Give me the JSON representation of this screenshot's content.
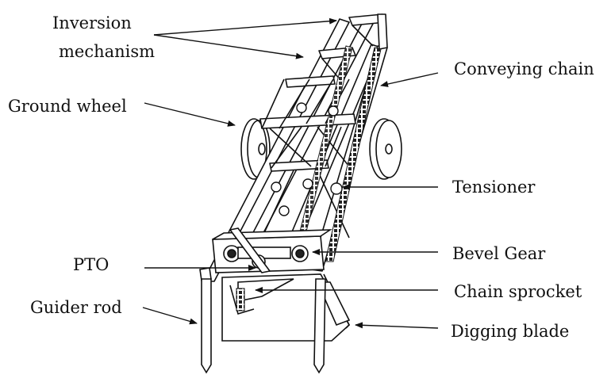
{
  "labels": {
    "inversion_line1": "Inversion",
    "inversion_line2": "mechanism",
    "conveying_chain": "Conveying chain",
    "ground_wheel": "Ground wheel",
    "tensioner": "Tensioner",
    "bevel_gear": "Bevel Gear",
    "pto": "PTO",
    "chain_sprocket": "Chain sprocket",
    "guider_rod": "Guider rod",
    "digging_blade": "Digging blade"
  }
}
